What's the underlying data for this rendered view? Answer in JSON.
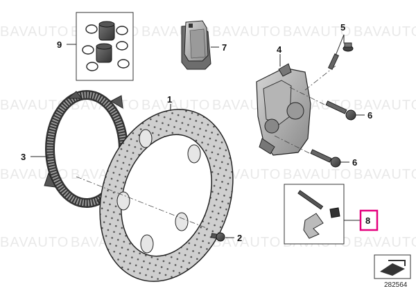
{
  "watermark": "BAVAUTO",
  "document_number": "282564",
  "labels": {
    "disc": "1",
    "bolt_short": "2",
    "sensor_ring": "3",
    "caliper": "4",
    "bleeder": "5",
    "bolt_a": "6",
    "bolt_b": "6",
    "brake_pads": "7",
    "mounting_parts": "8",
    "repair_kit": "9"
  },
  "highlight_color": "#e5007e"
}
